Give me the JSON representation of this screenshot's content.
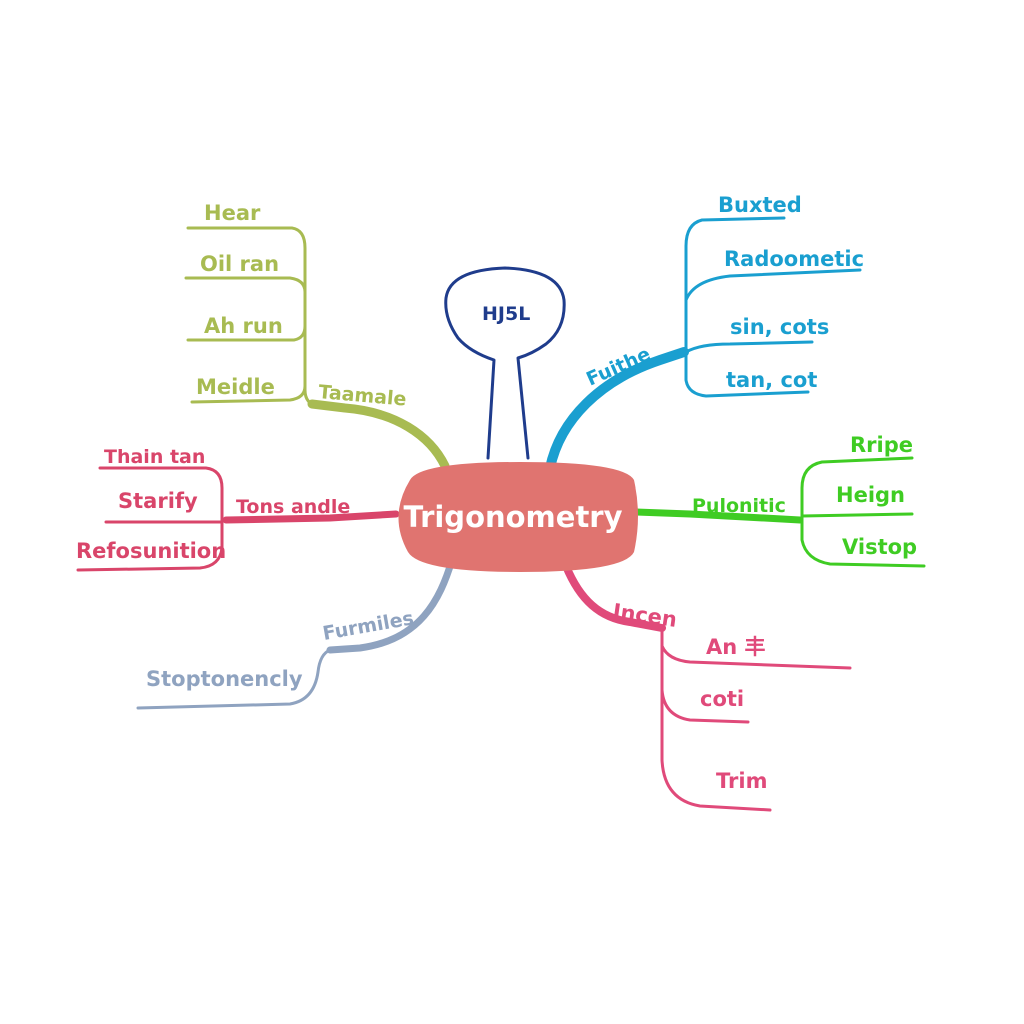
{
  "central": {
    "label": "Trigonometry",
    "color": "#e07470"
  },
  "top_node": {
    "label": "HJ5L",
    "color": "#1f3c8c"
  },
  "colors": {
    "olive": "#a8bb52",
    "blue": "#1a9fd0",
    "green": "#3fcc23",
    "crimson": "#d9456a",
    "slate": "#8fa3c0",
    "pink": "#e04a7a"
  },
  "branches": {
    "upper_left": {
      "label": "Taamale",
      "items": [
        "Hear",
        "Oil ran",
        "Ah run",
        "Meidle"
      ]
    },
    "upper_right": {
      "label": "Fuithe",
      "items": [
        "Buxted",
        "Radoometic",
        "sin, cots",
        "tan, cot"
      ]
    },
    "right": {
      "label": "Pulonitic",
      "items": [
        "Rripe",
        "Heign",
        "Vistop"
      ]
    },
    "left": {
      "label": "Tons andle",
      "items": [
        "Thain tan",
        "Starify",
        "Refosunition"
      ]
    },
    "lower_left": {
      "label": "Furmiles",
      "items": [
        "Stoptonencly"
      ]
    },
    "lower_right": {
      "label": "Incen",
      "items": [
        "An 丰",
        "coti",
        "Trim"
      ]
    }
  }
}
